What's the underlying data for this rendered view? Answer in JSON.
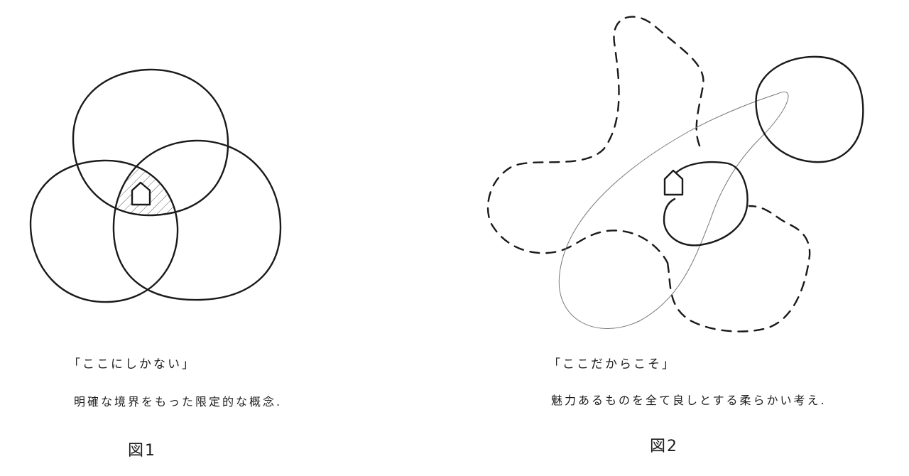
{
  "figure1": {
    "quote": "「ここにしかない」",
    "description": "明確な境界をもった限定的な概念.",
    "caption": "図1"
  },
  "figure2": {
    "quote": "「ここだからこそ」",
    "description": "魅力あるものを全て良しとする柔らかい考え.",
    "caption": "図2"
  },
  "colors": {
    "ink": "#1a1a1a",
    "background": "#ffffff",
    "thin_line": "#6a6a6a"
  },
  "icons": [
    "house-icon",
    "house-icon"
  ]
}
